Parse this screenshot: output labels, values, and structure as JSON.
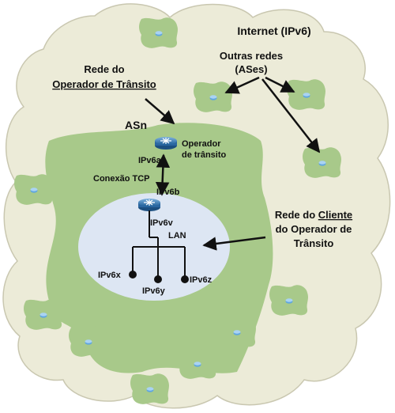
{
  "internet_label": "Internet (IPv6)",
  "other_networks_label": [
    "Outras redes",
    "(ASes)"
  ],
  "transit_network_label": [
    "Rede do",
    "Operador de Trânsito"
  ],
  "asn_label": "ASn",
  "transit_operator_label": [
    "Operador",
    "de trânsito"
  ],
  "router_a_label": "IPv6a",
  "router_b_label": "IPv6b",
  "tcp_connection_label": "Conexão TCP",
  "router_v_label": "IPv6v",
  "lan_label": "LAN",
  "host_x_label": "IPv6x",
  "host_y_label": "IPv6y",
  "host_z_label": "IPv6z",
  "customer_network_label": [
    "Rede do ",
    "Cliente",
    "do Operador de",
    "Trânsito"
  ],
  "colors": {
    "cloud_fill": "#ecebd8",
    "cloud_stroke": "#c9c7b0",
    "as_fill": "#a8c98a",
    "lan_fill": "#dde6f3",
    "router_blue": "#2f6fa8",
    "asn_red": "#e02020",
    "internet_green": "#3aaa35"
  }
}
